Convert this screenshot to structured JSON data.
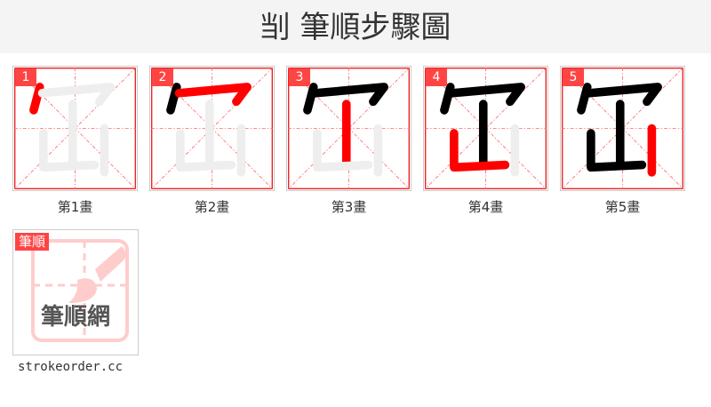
{
  "header": {
    "title": "㓥 筆順步驟圖"
  },
  "steps": [
    {
      "number": "1",
      "label": "第1畫"
    },
    {
      "number": "2",
      "label": "第2畫"
    },
    {
      "number": "3",
      "label": "第3畫"
    },
    {
      "number": "4",
      "label": "第4畫"
    },
    {
      "number": "5",
      "label": "第5畫"
    }
  ],
  "logo": {
    "tag": "筆順",
    "text": "筆順網"
  },
  "site": "strokeorder.cc",
  "colors": {
    "current_stroke": "#ff0000",
    "done_stroke": "#000000",
    "pending_stroke": "#eeeeee",
    "grid": "#ff6666",
    "badge": "#ff4444"
  }
}
